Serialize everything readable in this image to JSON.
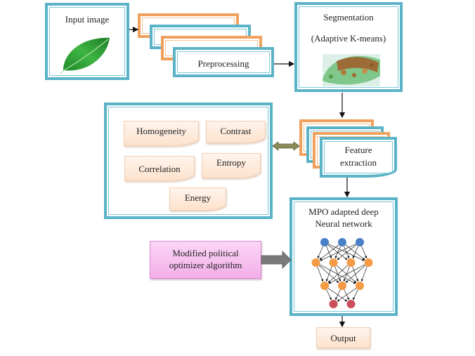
{
  "diagram": {
    "input": {
      "title": "Input image",
      "image": "leaf-image"
    },
    "preprocessing": {
      "label": "Preprocessing"
    },
    "segmentation": {
      "title": "Segmentation",
      "subtitle": "(Adaptive K-means)",
      "image": "diseased-leaf-image"
    },
    "features": {
      "items": [
        "Homogeneity",
        "Contrast",
        "Correlation",
        "Entropy",
        "Energy"
      ]
    },
    "feature_extraction": {
      "line1": "Feature",
      "line2": "extraction"
    },
    "network": {
      "line1": "MPO adapted deep",
      "line2": "Neural network",
      "layers": [
        3,
        4,
        3,
        2
      ],
      "layer_colors": [
        "#4a7fc8",
        "#f59a45",
        "#f59a45",
        "#c9505a"
      ]
    },
    "optimizer": {
      "line1": "Modified political",
      "line2": "optimizer algorithm"
    },
    "output": {
      "label": "Output"
    },
    "colors": {
      "teal": "#5bb3c8",
      "orange": "#f0a15e",
      "peach": "#fde2cc",
      "pink": "#f6b8f0",
      "arrow_olive": "#8a8a5a",
      "arrow_gray": "#7a7a7a"
    }
  }
}
